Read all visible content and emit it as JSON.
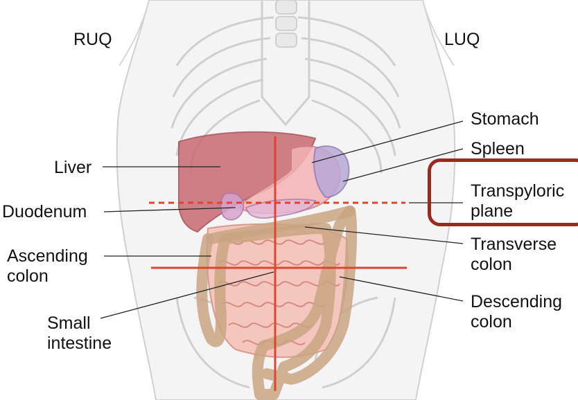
{
  "quadrants": {
    "ruq": "RUQ",
    "luq": "LUQ"
  },
  "labels": {
    "liver": "Liver",
    "duodenum": "Duodenum",
    "ascending_colon": [
      "Ascending",
      "colon"
    ],
    "small_intestine": [
      "Small",
      "intestine"
    ],
    "stomach": "Stomach",
    "spleen": "Spleen",
    "transpyloric_plane": [
      "Transpyloric",
      "plane"
    ],
    "transverse_colon": [
      "Transverse",
      "colon"
    ],
    "descending_colon": [
      "Descending",
      "colon"
    ]
  },
  "colors": {
    "accent_line": "#e0432e",
    "highlight_box": "#9a2a1e",
    "liver": "#c96a72",
    "colon": "#c9a582",
    "small_intestine": "#f5c6be",
    "spleen": "#b9a9d6",
    "skeleton": "#cfcfcf"
  }
}
